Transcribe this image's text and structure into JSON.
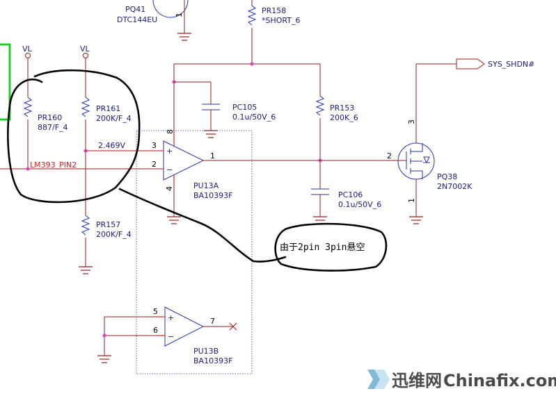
{
  "components": {
    "pq41": {
      "ref": "PQ41",
      "value": "DTC144EU",
      "pin": "1"
    },
    "pr158": {
      "ref": "PR158",
      "value": "*SHORT_6"
    },
    "pr160": {
      "ref": "PR160",
      "value": "887/F_4"
    },
    "pr161": {
      "ref": "PR161",
      "value": "200K/F_4"
    },
    "pr157": {
      "ref": "PR157",
      "value": "200K/F_4"
    },
    "pc105": {
      "ref": "PC105",
      "value": "0.1u/50V_6"
    },
    "pr153": {
      "ref": "PR153",
      "value": "200K_6"
    },
    "pc106": {
      "ref": "PC106",
      "value": "0.1u/50V_6"
    },
    "pq38": {
      "ref": "PQ38",
      "value": "2N7002K",
      "pin_gate": "2",
      "pin_drain": "3",
      "pin_source": "1"
    },
    "pu13a": {
      "ref": "PU13A",
      "value": "BA10393F",
      "pin_pos": "3",
      "pin_neg": "2",
      "pin_out": "1",
      "pin_vcc": "8",
      "pin_gnd": "4"
    },
    "pu13b": {
      "ref": "PU13B",
      "value": "BA10393F",
      "pin_pos": "5",
      "pin_neg": "6",
      "pin_out": "7"
    }
  },
  "nets": {
    "vl_left": "VL",
    "vl_right": "VL",
    "voltage": "2.469V",
    "lm393_pin2": "LM393_PIN2",
    "sys_shdn": "SYS_SHDN#"
  },
  "symbols": {
    "plus": "+",
    "minus": "−"
  },
  "annotation": {
    "text": "由于2pin 3pin悬空"
  },
  "watermark": {
    "brand_cn": "迅维网",
    "brand_en": "Chinafix.com"
  }
}
